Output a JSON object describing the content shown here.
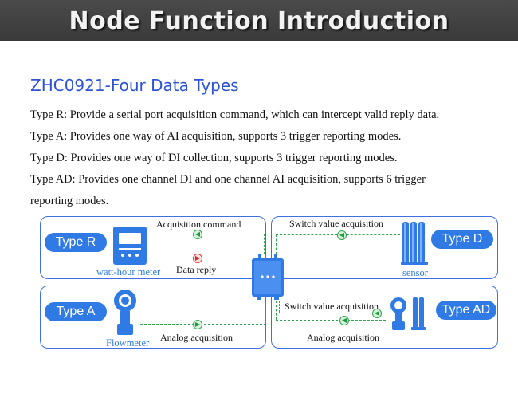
{
  "header": {
    "title": "Node Function Introduction"
  },
  "subtitle": "ZHC0921-Four Data Types",
  "descriptions": [
    "Type R: Provide a serial port acquisition command, which can intercept valid reply data.",
    "Type A: Provides one way of AI acquisition, supports 3 trigger reporting modes.",
    "Type D: Provides one way of DI collection, supports 3 trigger reporting modes.",
    "Type AD: Provides one channel DI and one channel AI acquisition, supports 6 trigger",
    "reporting modes."
  ],
  "diagram": {
    "type_r": {
      "label": "Type R",
      "device": "watt-hour meter",
      "command_label": "Acquisition command",
      "reply_label": "Data reply"
    },
    "type_d": {
      "label": "Type D",
      "device": "sensor",
      "flow_label": "Switch value acquisition"
    },
    "type_a": {
      "label": "Type A",
      "device": "Flowmeter",
      "flow_label": "Analog acquisition"
    },
    "type_ad": {
      "label": "Type AD",
      "switch_label": "Switch value acquisition",
      "analog_label": "Analog acquisition"
    },
    "colors": {
      "panel_border": "#3f6fe0",
      "pill": "#2f7ae5",
      "device_blue": "#2f7ae5",
      "command_line": "#2aa84a",
      "reply_line": "#e03a3a"
    }
  }
}
